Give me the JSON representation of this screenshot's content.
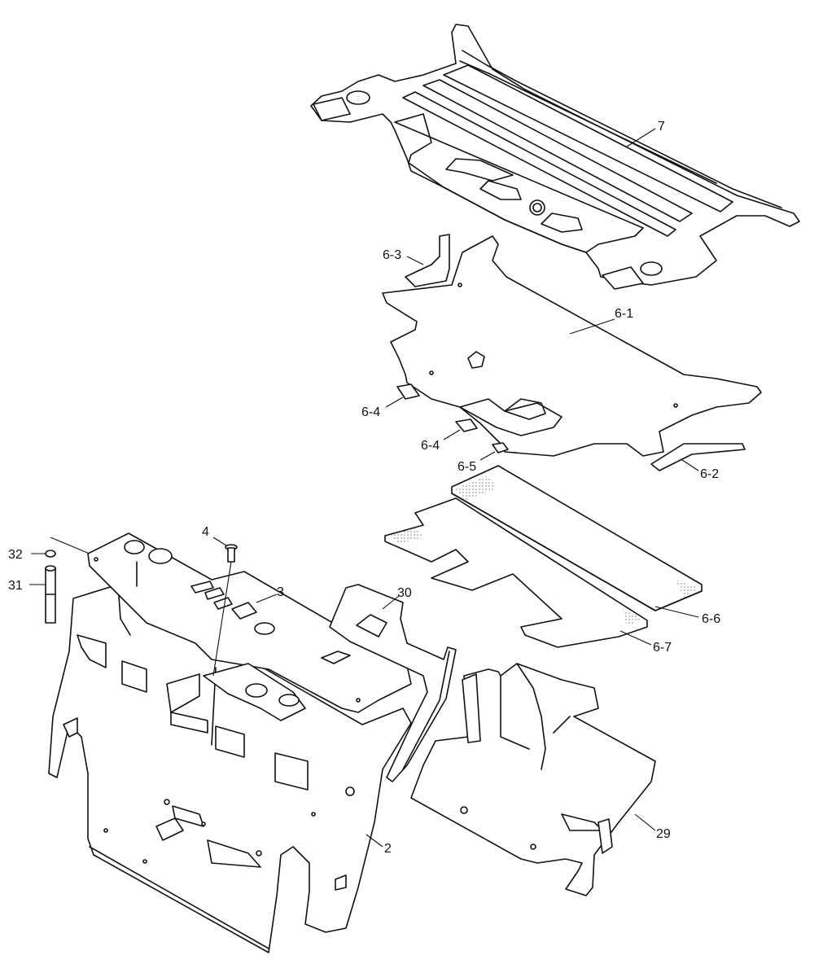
{
  "callouts": {
    "c7": "7",
    "c6_3": "6-3",
    "c6_1": "6-1",
    "c6_4a": "6-4",
    "c6_4b": "6-4",
    "c6_5": "6-5",
    "c6_2": "6-2",
    "c6_6": "6-6",
    "c6_7": "6-7",
    "c4": "4",
    "c3": "3",
    "c30": "30",
    "c32": "32",
    "c31": "31",
    "c2": "2",
    "c29": "29"
  }
}
